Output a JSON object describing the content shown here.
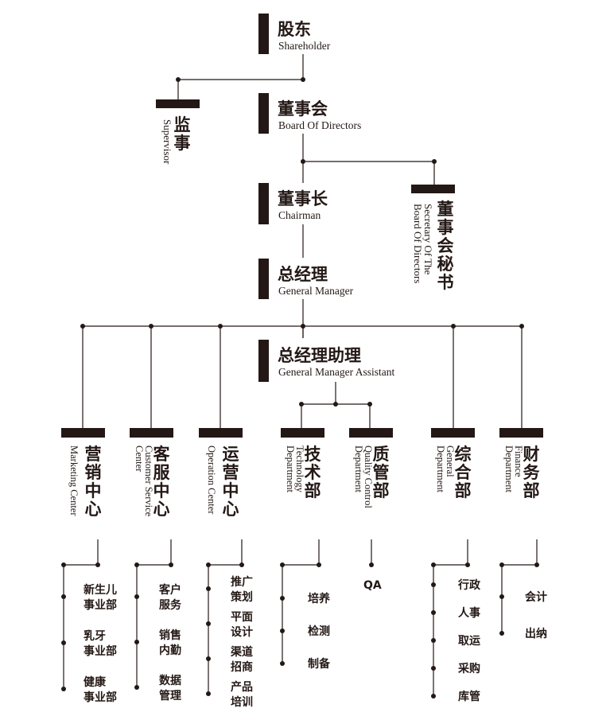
{
  "top_nodes": [
    {
      "id": "shareholder",
      "zh": "股东",
      "en": "Shareholder"
    },
    {
      "id": "board",
      "zh": "董事会",
      "en": "Board Of Directors"
    },
    {
      "id": "chairman",
      "zh": "董事长",
      "en": "Chairman"
    },
    {
      "id": "gm",
      "zh": "总经理",
      "en": "General Manager"
    },
    {
      "id": "gm-assistant",
      "zh": "总经理助理",
      "en": "General Manager Assistant"
    }
  ],
  "side_nodes": [
    {
      "id": "supervisor",
      "zh": "监事",
      "en": [
        "Supervisor"
      ]
    },
    {
      "id": "secretary",
      "zh": "董事会秘书",
      "en": [
        "Secretary Of The",
        "Board Of Directors"
      ]
    }
  ],
  "departments": [
    {
      "id": "marketing-center",
      "zh": "营销中心",
      "en": [
        "Marketing Center"
      ],
      "subs": [
        "新生儿事业部",
        "乳牙事业部",
        "健康事业部"
      ]
    },
    {
      "id": "customer-service-center",
      "zh": "客服中心",
      "en": [
        "Customer Service",
        "Center"
      ],
      "subs": [
        "客户服务",
        "销售内勤",
        "数据管理"
      ]
    },
    {
      "id": "operation-center",
      "zh": "运营中心",
      "en": [
        "Operation Center"
      ],
      "subs": [
        "推广策划",
        "平面设计",
        "渠道招商",
        "产品培训"
      ]
    },
    {
      "id": "technology-department",
      "zh": "技术部",
      "en": [
        "Technology",
        "Department"
      ],
      "subs": [
        "培养",
        "检测",
        "制备"
      ]
    },
    {
      "id": "quality-control-department",
      "zh": "质管部",
      "en": [
        "Quality Control",
        "Department"
      ],
      "subs": [
        "QA"
      ]
    },
    {
      "id": "general-department",
      "zh": "综合部",
      "en": [
        "General",
        "Department"
      ],
      "subs": [
        "行政",
        "人事",
        "取运",
        "采购",
        "库管"
      ]
    },
    {
      "id": "finance-department",
      "zh": "财务部",
      "en": [
        "Finance",
        "Department"
      ],
      "subs": [
        "会计",
        "出纳"
      ]
    }
  ],
  "colors": {
    "ink": "#231815",
    "bar": "#231815",
    "background": "#ffffff"
  }
}
